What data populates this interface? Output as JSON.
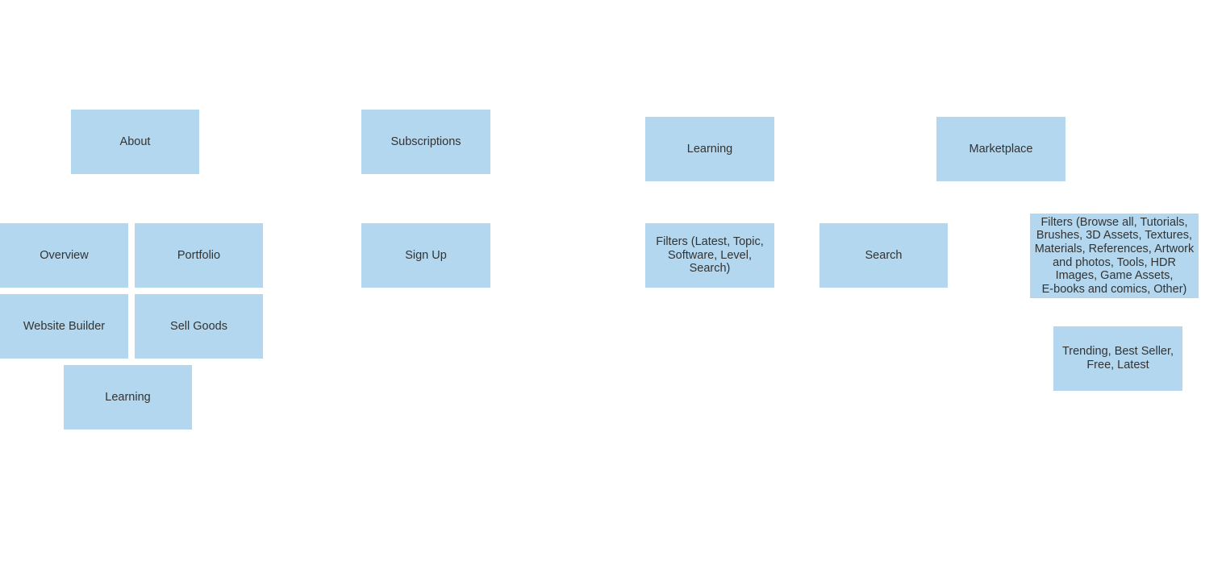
{
  "colors": {
    "background": "#ffffff",
    "box_fill": "#b3d7ee",
    "text": "#333333"
  },
  "boxes": {
    "about": "About",
    "overview": "Overview",
    "portfolio": "Portfolio",
    "website_builder": "Website Builder",
    "sell_goods": "Sell Goods",
    "learning_about": "Learning",
    "subscriptions": "Subscriptions",
    "sign_up": "Sign Up",
    "learning": "Learning",
    "learning_filters": "Filters (Latest, Topic,\nSoftware, Level,\nSearch)",
    "search": "Search",
    "marketplace": "Marketplace",
    "marketplace_filters": "Filters (Browse all, Tutorials,\nBrushes, 3D Assets, Textures,\nMaterials, References, Artwork\nand photos, Tools, HDR\nImages, Game Assets,\nE-books and comics, Other)",
    "marketplace_sort": "Trending, Best Seller,\nFree, Latest"
  }
}
